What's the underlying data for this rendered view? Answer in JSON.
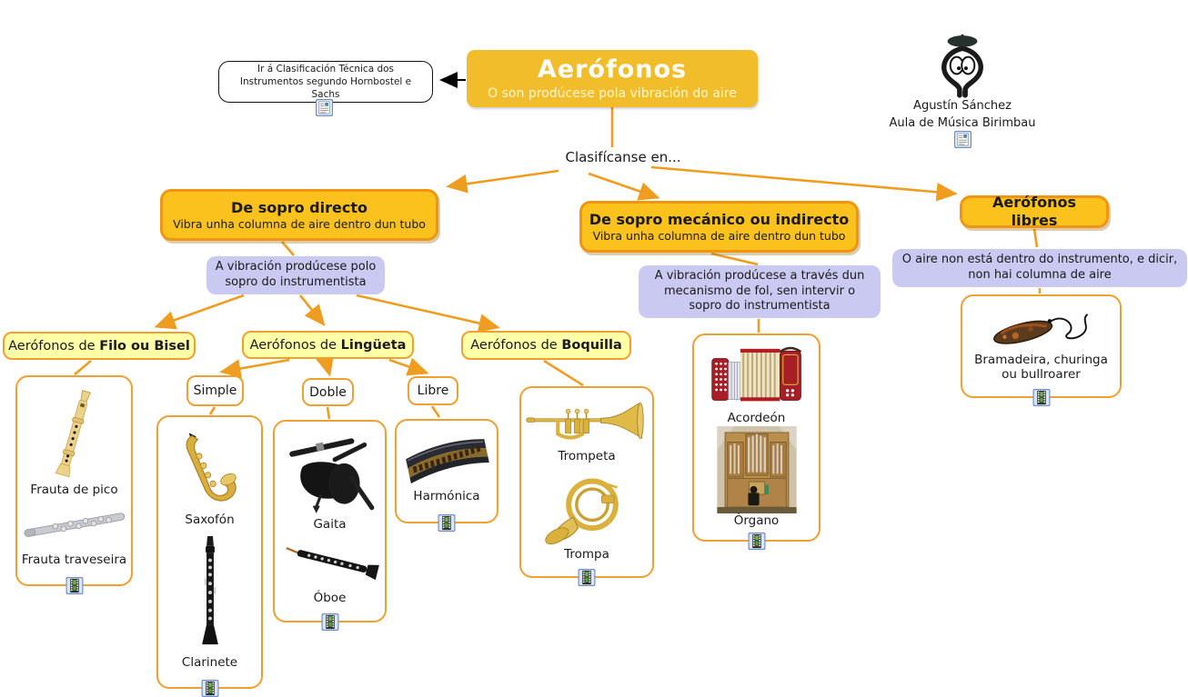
{
  "colors": {
    "accent_orange": "#EF9D20",
    "gold_fill": "#FBC21E",
    "title_gold": "#F2BD2B",
    "light_yellow": "#FFFFA8",
    "lavender": "#C9C9F1"
  },
  "icons": {
    "resource_link": "document-link-icon",
    "media": "film-icon"
  },
  "link_note": {
    "text": "Ir á Clasificación Técnica dos Instrumentos segundo Hornbostel e Sachs"
  },
  "title": {
    "main": "Aerófonos",
    "subtitle": "O son prodúcese pola vibración do aire"
  },
  "credit": {
    "name": "Agustín Sánchez",
    "org": "Aula de Música Birimbau"
  },
  "classify_label": "Clasifícanse en...",
  "branches": {
    "directo": {
      "title": "De sopro directo",
      "subtitle": "Vibra unha columna de aire dentro dun tubo",
      "note": "A vibración prodúcese polo sopro do instrumentista"
    },
    "mecanico": {
      "title": "De sopro mecánico ou indirecto",
      "subtitle": "Vibra unha columna de aire dentro dun tubo",
      "note": "A vibración prodúcese a través dun mecanismo de fol, sen intervir o sopro do instrumentista",
      "instruments": [
        "Acordeón",
        "Órgano"
      ]
    },
    "libres": {
      "title": "Aerófonos libres",
      "note": "O aire non está dentro do instrumento, e dicir, non hai columna de aire",
      "instruments": [
        "Bramadeira, churinga ou bullroarer"
      ]
    }
  },
  "categories": {
    "filo": {
      "prefix": "Aerófonos de ",
      "bold": "Filo ou Bisel",
      "instruments": [
        "Frauta de pico",
        "Frauta traveseira"
      ]
    },
    "lingueta": {
      "prefix": "Aerófonos de ",
      "bold": "Lingüeta",
      "subtypes": {
        "simple": {
          "label": "Simple",
          "instruments": [
            "Saxofón",
            "Clarinete"
          ]
        },
        "doble": {
          "label": "Doble",
          "instruments": [
            "Gaita",
            "Óboe"
          ]
        },
        "libre": {
          "label": "Libre",
          "instruments": [
            "Harmónica"
          ]
        }
      }
    },
    "boquilla": {
      "prefix": "Aerófonos de ",
      "bold": "Boquilla",
      "instruments": [
        "Trompeta",
        "Trompa"
      ]
    }
  }
}
